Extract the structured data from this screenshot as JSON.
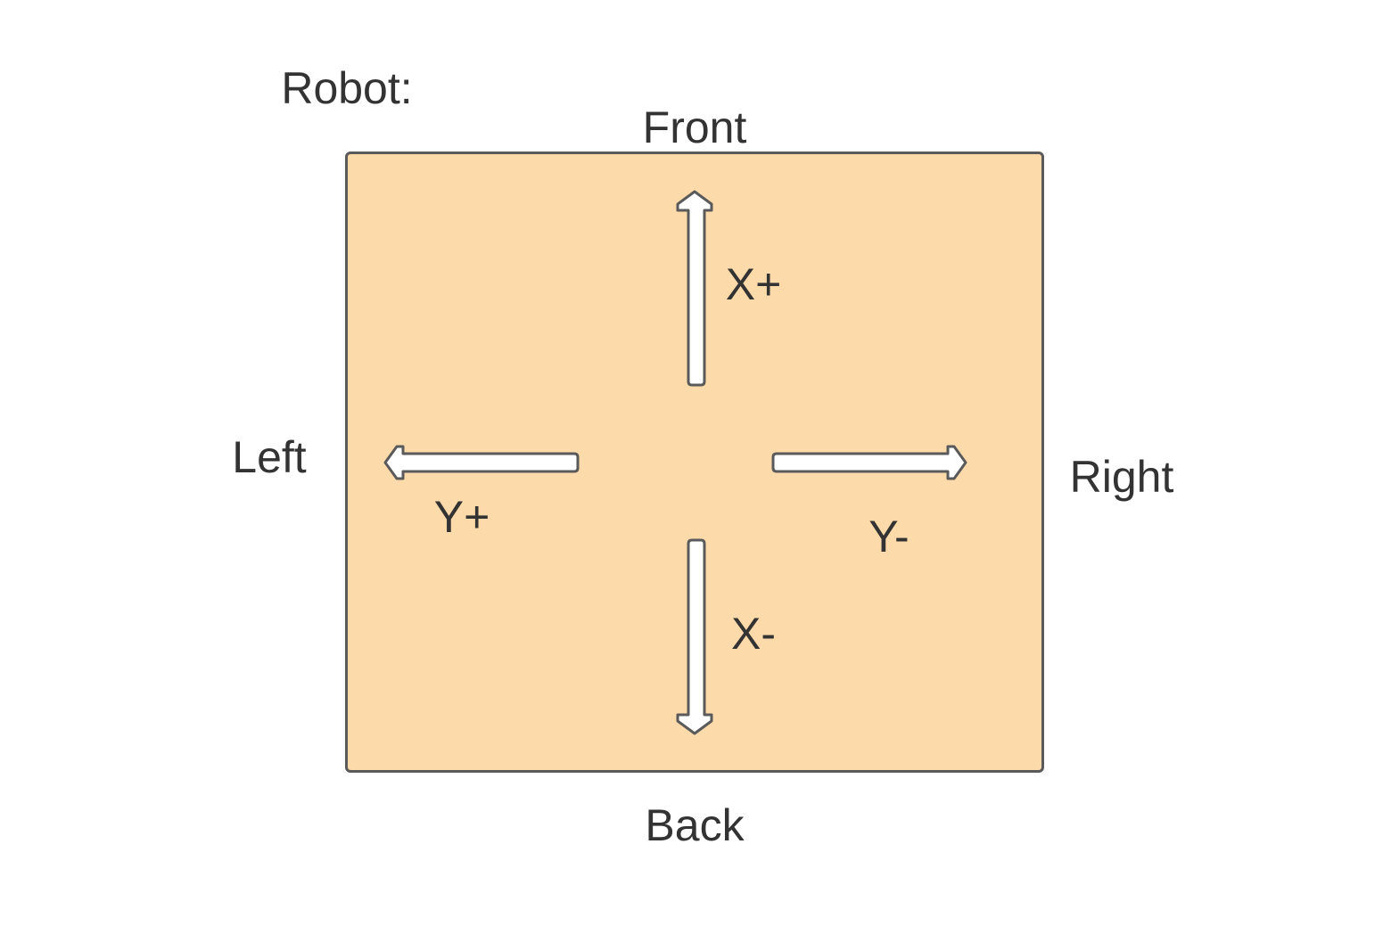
{
  "title": "Robot:",
  "sides": {
    "front": "Front",
    "back": "Back",
    "left": "Left",
    "right": "Right"
  },
  "axes": {
    "x_plus": "X+",
    "x_minus": "X-",
    "y_plus": "Y+",
    "y_minus": "Y-"
  },
  "colors": {
    "robot_fill": "#FDDAA9",
    "outline": "#5A5A5A",
    "arrow_fill": "#FFFFFF",
    "text": "#333333"
  }
}
